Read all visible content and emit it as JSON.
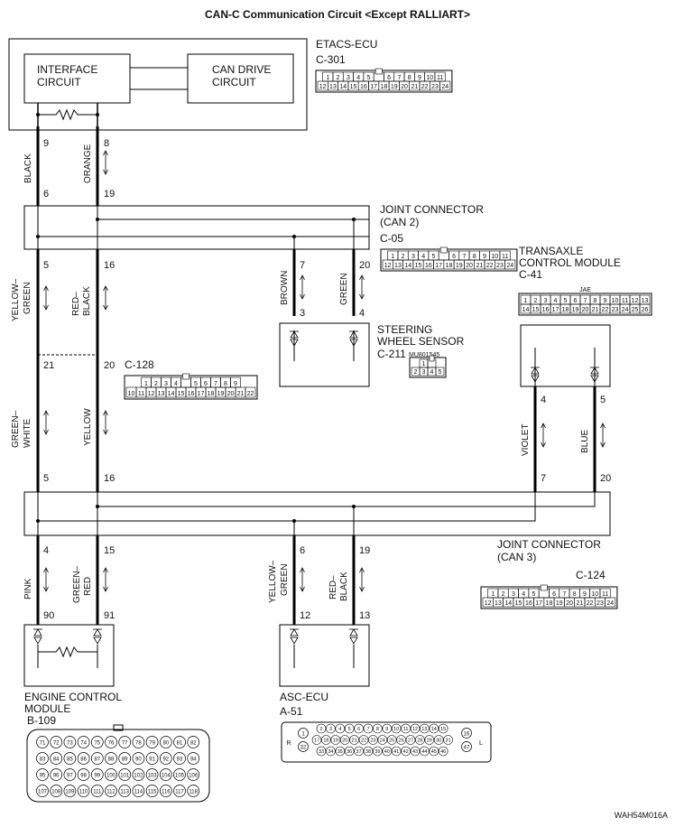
{
  "title": "CAN-C Communication Circuit <Except RALLIART>",
  "footer_code": "WAH54M016A",
  "etacs": {
    "name": "ETACS-ECU",
    "connector": "C-301",
    "interface_l1": "INTERFACE",
    "interface_l2": "CIRCUIT",
    "drive_l1": "CAN DRIVE",
    "drive_l2": "CIRCUIT",
    "pins_top": [
      "1",
      "2",
      "3",
      "4",
      "5",
      "",
      "6",
      "7",
      "8",
      "9",
      "10",
      "11"
    ],
    "pins_bottom": [
      "12",
      "13",
      "14",
      "15",
      "16",
      "17",
      "18",
      "19",
      "20",
      "21",
      "22",
      "23",
      "24"
    ]
  },
  "joint2": {
    "name_l1": "JOINT CONNECTOR",
    "name_l2": "(CAN 2)",
    "connector": "C-05",
    "pins_top": [
      "1",
      "2",
      "3",
      "4",
      "5",
      "",
      "6",
      "7",
      "8",
      "9",
      "10",
      "11"
    ],
    "pins_bottom": [
      "12",
      "13",
      "14",
      "15",
      "16",
      "17",
      "18",
      "19",
      "20",
      "21",
      "22",
      "23",
      "24"
    ]
  },
  "transaxle": {
    "name_l1": "TRANSAXLE",
    "name_l2": "CONTROL MODULE",
    "connector": "C-41",
    "tag": "JAE",
    "pins_top": [
      "1",
      "2",
      "3",
      "4",
      "5",
      "6",
      "7",
      "8",
      "9",
      "10",
      "11",
      "12",
      "13"
    ],
    "pins_bottom": [
      "14",
      "15",
      "16",
      "17",
      "18",
      "19",
      "20",
      "21",
      "22",
      "23",
      "24",
      "25",
      "26"
    ]
  },
  "steering": {
    "name_l1": "STEERING",
    "name_l2": "WHEEL SENSOR",
    "connector": "C-211",
    "part_no": "MU801545",
    "pins_top": [
      "1",
      ""
    ],
    "pins_bottom": [
      "2",
      "3",
      "4",
      "5"
    ]
  },
  "c128": {
    "connector": "C-128",
    "pins_top": [
      "1",
      "2",
      "3",
      "4",
      "",
      "5",
      "6",
      "7",
      "8",
      "9"
    ],
    "pins_bottom": [
      "10",
      "11",
      "12",
      "13",
      "14",
      "15",
      "16",
      "17",
      "18",
      "19",
      "20",
      "21",
      "22"
    ]
  },
  "joint3": {
    "name_l1": "JOINT CONNECTOR",
    "name_l2": "(CAN 3)",
    "connector": "C-124",
    "pins_top": [
      "1",
      "2",
      "3",
      "4",
      "5",
      "",
      "6",
      "7",
      "8",
      "9",
      "10",
      "11"
    ],
    "pins_bottom": [
      "12",
      "13",
      "14",
      "15",
      "16",
      "17",
      "18",
      "19",
      "20",
      "21",
      "22",
      "23",
      "24"
    ]
  },
  "ecm": {
    "name_l1": "ENGINE CONTROL",
    "name_l2": "MODULE",
    "connector": "B-109",
    "rows": [
      [
        "71",
        "72",
        "73",
        "74",
        "75",
        "76",
        "77",
        "78",
        "79",
        "80",
        "81",
        "82"
      ],
      [
        "83",
        "84",
        "85",
        "86",
        "87",
        "88",
        "89",
        "90",
        "91",
        "92",
        "93",
        "94"
      ],
      [
        "95",
        "96",
        "97",
        "98",
        "99",
        "100",
        "101",
        "102",
        "103",
        "104",
        "105",
        "106"
      ],
      [
        "107",
        "108",
        "109",
        "110",
        "111",
        "112",
        "113",
        "114",
        "115",
        "116",
        "117",
        "118"
      ]
    ]
  },
  "asc": {
    "name": "ASC-ECU",
    "connector": "A-51",
    "left_mark": "R",
    "right_mark": "L",
    "left_pins": [
      "1",
      "32"
    ],
    "right_pins": [
      "16",
      "47"
    ],
    "rows": [
      [
        "2",
        "3",
        "4",
        "5",
        "6",
        "7",
        "8",
        "9",
        "10",
        "11",
        "12",
        "13",
        "14",
        "15"
      ],
      [
        "17",
        "18",
        "19",
        "20",
        "21",
        "22",
        "23",
        "24",
        "25",
        "26",
        "27",
        "28",
        "29",
        "30",
        "31"
      ],
      [
        "33",
        "34",
        "35",
        "36",
        "37",
        "38",
        "39",
        "40",
        "41",
        "42",
        "43",
        "44",
        "45",
        "46"
      ]
    ]
  },
  "wires": {
    "black": "BLACK",
    "orange": "ORANGE",
    "yellow_green": "YELLOW-GREEN",
    "red_black": "RED-BLACK",
    "brown": "BROWN",
    "green": "GREEN",
    "green_white": "GREEN-WHITE",
    "yellow": "YELLOW",
    "violet": "VIOLET",
    "blue": "BLUE",
    "pink": "PINK",
    "green_red": "GREEN-RED"
  },
  "pins": {
    "etacs_black": "9",
    "etacs_orange": "8",
    "j2_in_black": "6",
    "j2_in_orange": "19",
    "j2_out_left": "5",
    "j2_out_mid": "16",
    "j2_out_brown": "7",
    "j2_out_green": "20",
    "sws_brown": "3",
    "sws_green": "4",
    "c128_left": "21",
    "c128_right": "20",
    "tcm_violet": "4",
    "tcm_blue": "5",
    "j3_in_left": "5",
    "j3_in_mid": "16",
    "j3_in_violet": "7",
    "j3_in_blue": "20",
    "j3_out_pink": "4",
    "j3_out_gr": "15",
    "j3_out_yg": "6",
    "j3_out_rb": "19",
    "ecm_pink": "90",
    "ecm_gr": "91",
    "asc_yg": "12",
    "asc_rb": "13"
  }
}
